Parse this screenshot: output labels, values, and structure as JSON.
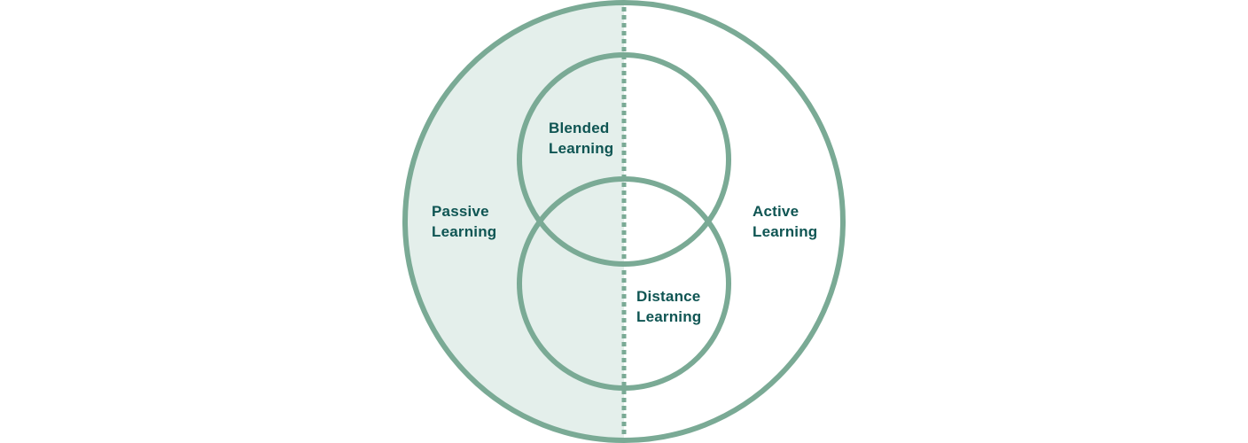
{
  "colors": {
    "stroke": "#7aaa95",
    "fill": "#e4efeb",
    "text": "#0f5553",
    "background": "#ffffff"
  },
  "regions": {
    "passive": {
      "line1": "Passive",
      "line2": "Learning"
    },
    "active": {
      "line1": "Active",
      "line2": "Learning"
    },
    "blended": {
      "line1": "Blended",
      "line2": "Learning"
    },
    "distance": {
      "line1": "Distance",
      "line2": "Learning"
    }
  }
}
